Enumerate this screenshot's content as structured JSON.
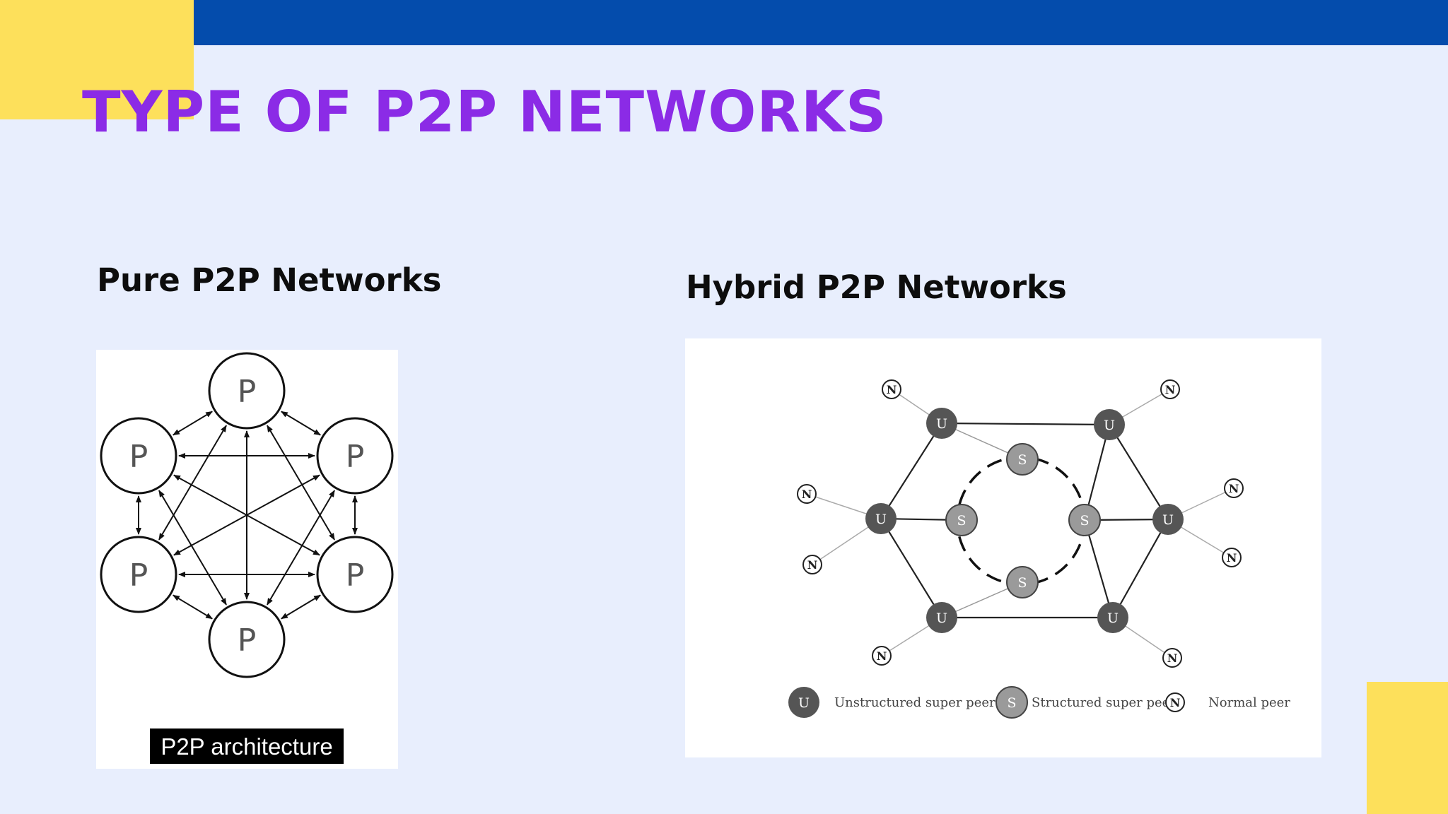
{
  "slide": {
    "title": "TYPE OF P2P NETWORKS"
  },
  "pure": {
    "heading": "Pure P2P Networks",
    "node_label": "P",
    "caption": "P2P architecture"
  },
  "hybrid": {
    "heading": "Hybrid P2P Networks",
    "unstructured_letter": "U",
    "structured_letter": "S",
    "normal_letter": "N",
    "legend": {
      "unstructured": "Unstructured super peer",
      "structured": "Structured super peer",
      "normal": "Normal peer"
    }
  },
  "colors": {
    "background": "#e8eefd",
    "accent_yellow": "#fde05b",
    "accent_blue": "#044cac",
    "title_purple": "#8b2be6",
    "unstructured_node": "#555555",
    "structured_node": "#9a9a9a"
  }
}
